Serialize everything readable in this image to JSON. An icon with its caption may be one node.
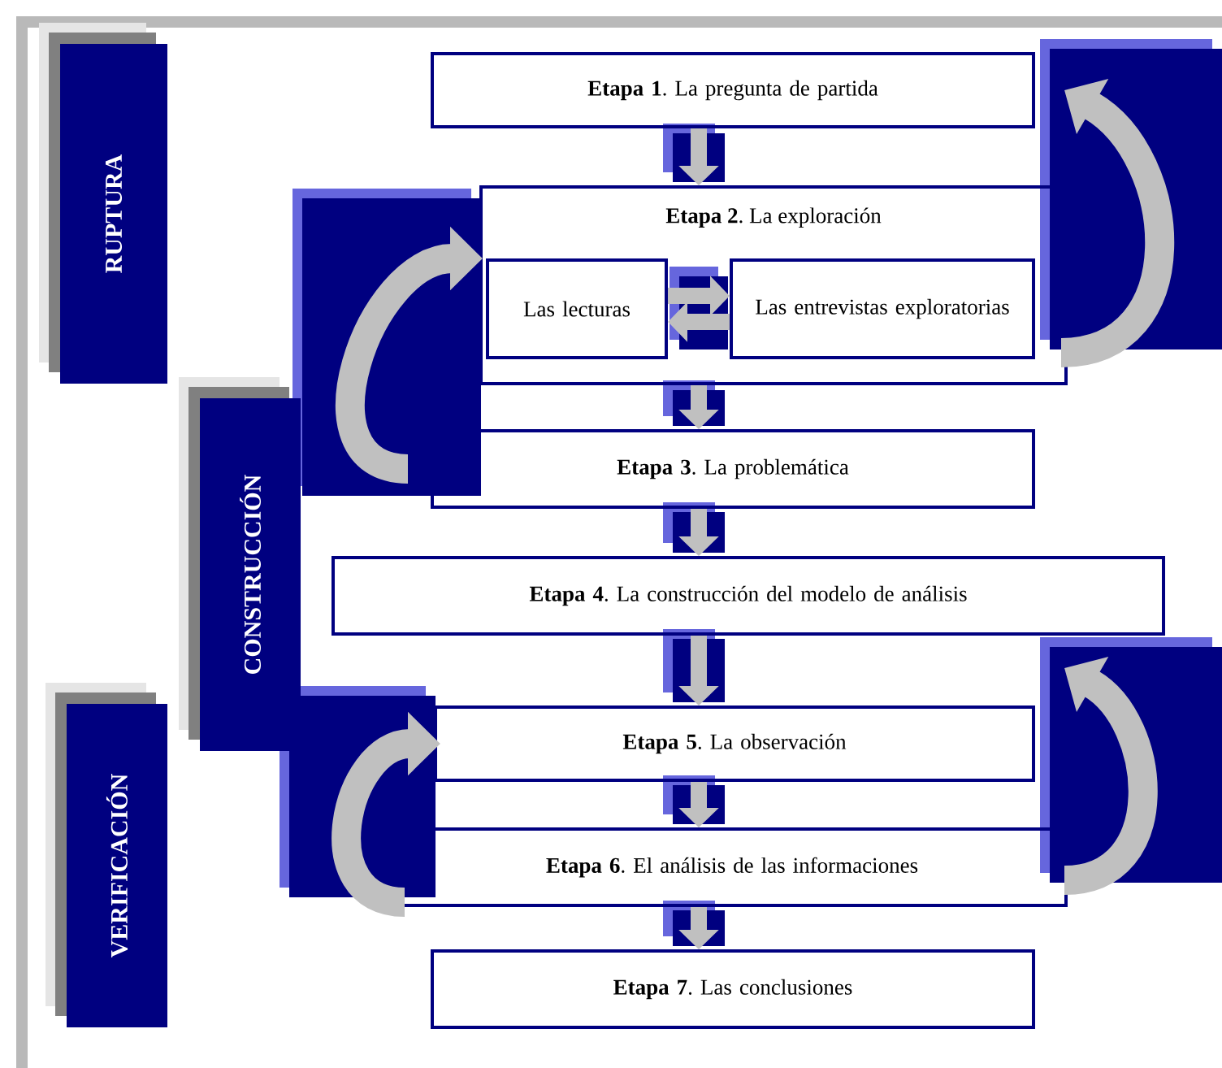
{
  "diagram": {
    "nodes": [
      {
        "text": [
          "RUPTURA"
        ]
      },
      {
        "text": [
          "CONSTRUCCIÓN"
        ]
      },
      {
        "text": [
          "VERIFICACIÓN"
        ]
      },
      {
        "text": [
          "**Etapa 1**. La pregunta de partida"
        ]
      },
      {
        "text": [
          "**Etapa 2**. La exploración"
        ]
      },
      {
        "text": [
          "Las lecturas"
        ],
        "in": 4
      },
      {
        "text": [
          "Las entrevistas exploratorias"
        ],
        "in": 4
      },
      {
        "text": [
          "**Etapa 3**. La problemática"
        ]
      },
      {
        "text": [
          "**Etapa 4**. La construcción del modelo de análisis"
        ]
      },
      {
        "text": [
          "**Etapa 5**. La observación"
        ]
      },
      {
        "text": [
          "**Etapa 6**. El análisis de las informaciones"
        ]
      },
      {
        "text": [
          "**Etapa 7**. Las conclusiones"
        ]
      }
    ],
    "edges": [
      {
        "from": 3,
        "to": 4,
        "arrow": "to"
      },
      {
        "from": 6,
        "to": 5,
        "arrow": "to"
      },
      {
        "from": 5,
        "to": 6,
        "arrow": "to"
      },
      {
        "from": 4,
        "to": 7,
        "arrow": "to"
      },
      {
        "from": 7,
        "to": 8,
        "arrow": "to"
      },
      {
        "from": 8,
        "to": 9,
        "arrow": "to"
      },
      {
        "from": 9,
        "to": 10,
        "arrow": "to"
      },
      {
        "from": 10,
        "to": 11,
        "arrow": "to"
      },
      {
        "from": 7,
        "to": 4,
        "arrow": "to",
        "style": "thick"
      },
      {
        "from": 4,
        "to": 3,
        "arrow": "to",
        "style": "thick"
      },
      {
        "from": 10,
        "to": 9,
        "arrow": "to",
        "style": "thick"
      },
      {
        "from": 10,
        "to": 8,
        "arrow": "to",
        "style": "thick"
      }
    ]
  }
}
